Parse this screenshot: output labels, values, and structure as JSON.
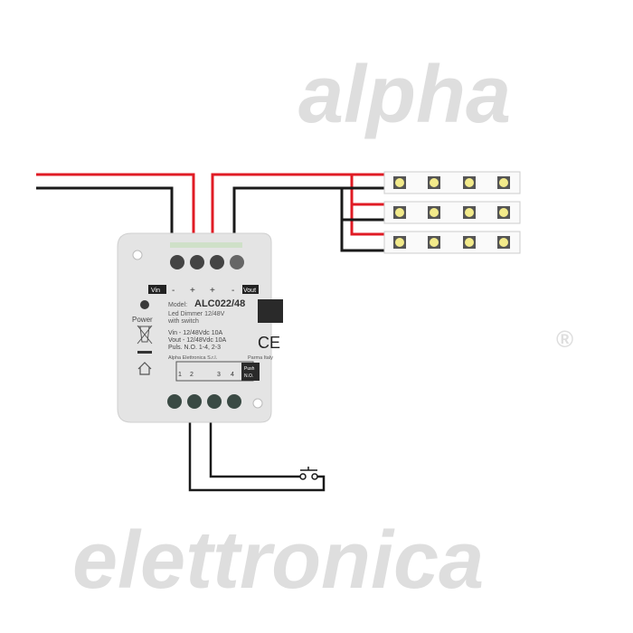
{
  "watermark": {
    "line1": "alpha",
    "line2": "elettronica",
    "reg": "®"
  },
  "device": {
    "model_label": "Model:",
    "model": "ALC022/48",
    "desc1": "Led Dimmer 12/48V",
    "desc2": "with switch",
    "spec1": "Vin  - 12/48Vdc 10A",
    "spec2": "Vout - 12/48Vdc 10A",
    "spec3": "Puls. N.O.  1-4, 2-3",
    "maker": "Alpha Elettronica  S.r.l.",
    "city": "Parma Italy",
    "power_label": "Power",
    "vin": "Vin",
    "vout": "Vout",
    "minus": "-",
    "plus": "+",
    "ce": "CE",
    "terminals": [
      "1",
      "2",
      "3",
      "4"
    ],
    "push_label1": "Push",
    "push_label2": "N.O."
  },
  "colors": {
    "positive_wire": "#e01b24",
    "negative_wire": "#1a1a1a",
    "led": "#f2ea8a",
    "body": "#e6e6e6"
  }
}
